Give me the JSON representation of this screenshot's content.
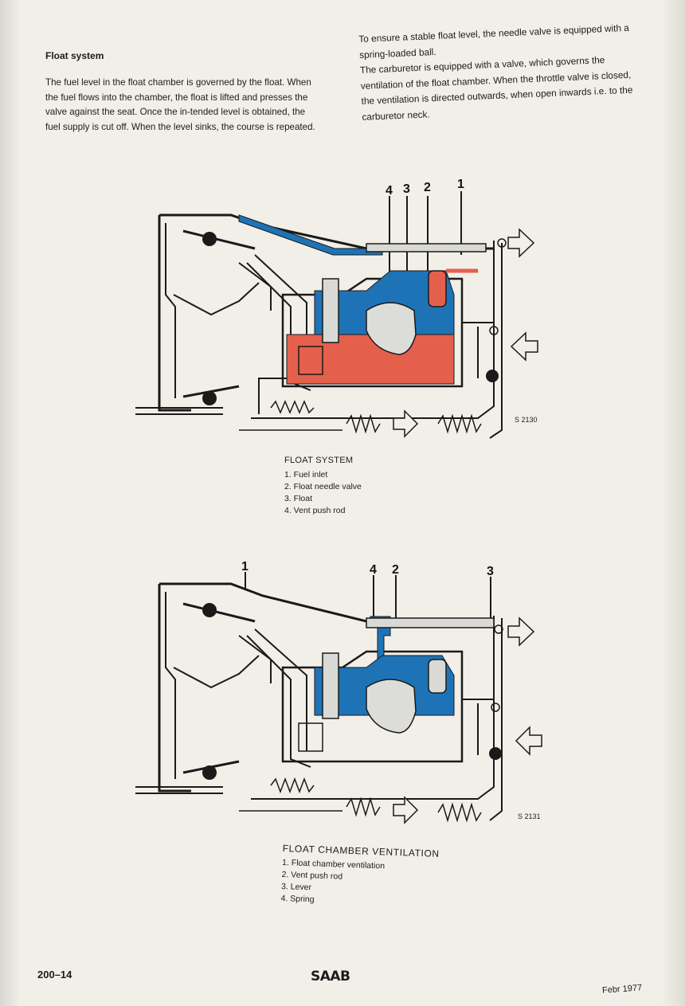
{
  "section": {
    "heading": "Float system",
    "left_text": "The fuel level in the float chamber is governed by the float. When the fuel flows into the chamber, the float is lifted and presses the valve against the seat. Once the in-tended level is obtained, the fuel supply is cut off. When the level sinks, the course is repeated.",
    "right_text_1": "To ensure a stable float level, the needle valve is equipped with a spring-loaded ball.",
    "right_text_2": "The carburetor is equipped with a valve, which governs the ventilation of the float chamber. When the throttle valve is closed, the ventilation is directed outwards, when open inwards i.e. to the carburetor neck."
  },
  "figure1": {
    "code": "S 2130",
    "callouts": [
      "4",
      "3",
      "2",
      "1"
    ],
    "caption_title": "FLOAT SYSTEM",
    "items": [
      "1. Fuel inlet",
      "2. Float needle valve",
      "3. Float",
      "4. Vent push rod"
    ]
  },
  "figure2": {
    "code": "S 2131",
    "callouts": [
      "1",
      "4",
      "2",
      "3"
    ],
    "caption_title": "FLOAT CHAMBER VENTILATION",
    "items": [
      "1. Float chamber ventilation",
      "2. Vent push rod",
      "3. Lever",
      "4. Spring"
    ]
  },
  "footer": {
    "page_number": "200–14",
    "brand": "SAAB",
    "date": "Febr 1977"
  },
  "colors": {
    "air_blue": "#1e73b7",
    "fuel_red": "#e4604c",
    "line_dark": "#1a1a1a",
    "float_grey": "#dcdcd8",
    "paper": "#f1efe8"
  }
}
